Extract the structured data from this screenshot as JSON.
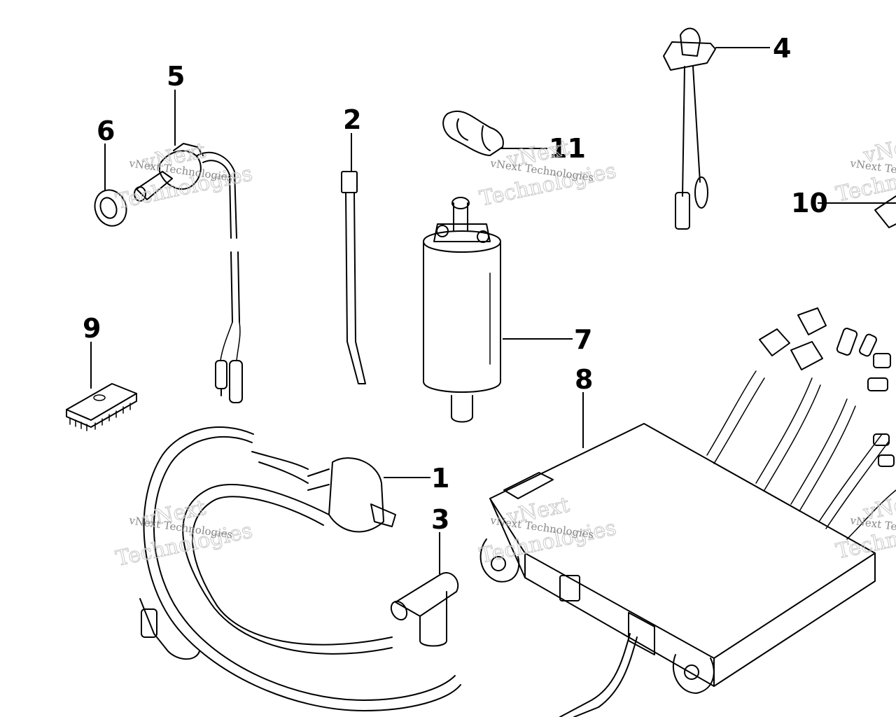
{
  "callouts": {
    "c1": "1",
    "c2": "2",
    "c3": "3",
    "c4": "4",
    "c5": "5",
    "c6": "6",
    "c7": "7",
    "c8": "8",
    "c9": "9",
    "c10": "10",
    "c11": "11"
  },
  "watermark": {
    "brand_top": "vNext",
    "brand_bottom": "Technologies",
    "brand_small": "vNext Technologies"
  }
}
